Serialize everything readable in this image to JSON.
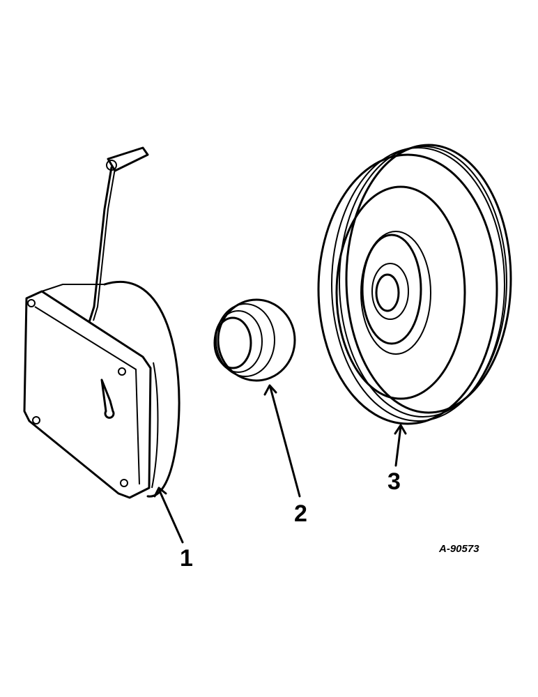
{
  "callouts": [
    {
      "number": "1"
    },
    {
      "number": "2"
    },
    {
      "number": "3"
    }
  ],
  "figure_id": "A-90573"
}
